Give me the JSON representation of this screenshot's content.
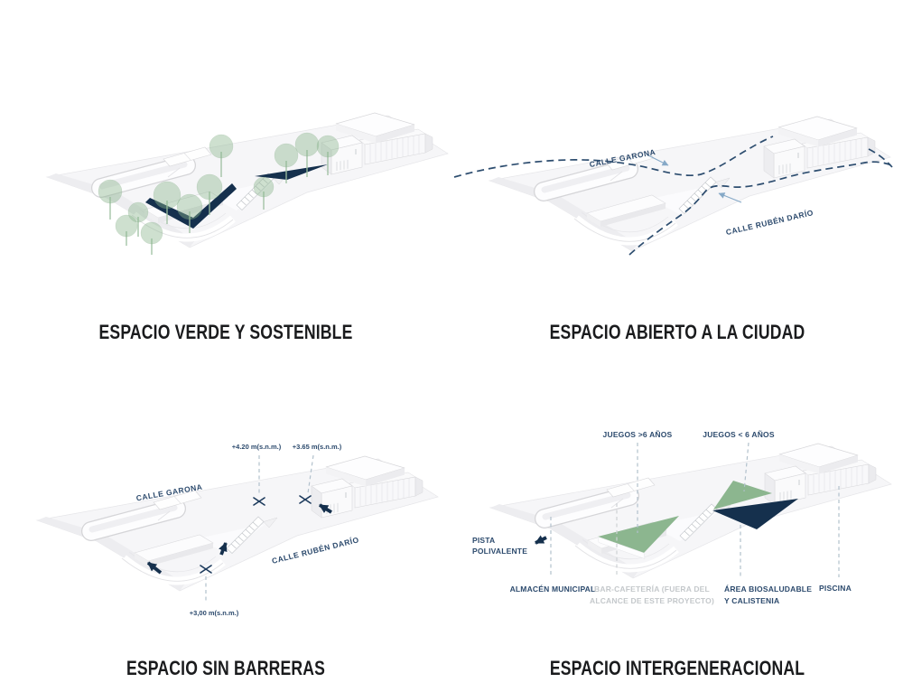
{
  "sheet": {
    "panels": [
      {
        "id": "verde",
        "title": "ESPACIO VERDE Y SOSTENIBLE"
      },
      {
        "id": "abierto",
        "title": "ESPACIO ABIERTO A LA CIUDAD",
        "labels": {
          "calle_garona": "CALLE GARONA",
          "calle_ruben_dario": "CALLE RUBÉN DARÍO"
        }
      },
      {
        "id": "barreras",
        "title": "ESPACIO SIN BARRERAS",
        "labels": {
          "calle_garona": "CALLE GARONA",
          "calle_ruben_dario": "CALLE RUBÉN DARÍO",
          "elevation_high": "+4.20 m(s.n.m.)",
          "elevation_mid": "+3.65 m(s.n.m.)",
          "elevation_low": "+3,00 m(s.n.m.)"
        }
      },
      {
        "id": "intergeneracional",
        "title": "ESPACIO INTERGENERACIONAL",
        "labels": {
          "juegos_mayores": "JUEGOS >6 AÑOS",
          "juegos_menores": "JUEGOS < 6 AÑOS",
          "pista_line1": "PISTA",
          "pista_line2": "POLIVALENTE",
          "almacen": "ALMACÉN MUNICIPAL",
          "bar_line1": "BAR-CAFETERÍA (FUERA DEL",
          "bar_line2": "ALCANCE DE ESTE PROYECTO)",
          "area_line1": "ÁREA BIOSALUDABLE",
          "area_line2": "Y CALISTENIA",
          "piscina": "PISCINA"
        }
      }
    ],
    "colors": {
      "background": "#ffffff",
      "accent_navy": "#15304d",
      "accent_green": "#8cb68f",
      "route_blue": "#2d4d6f",
      "label_navy": "#2c4a6d",
      "label_gray": "#c4c8cb",
      "leader_gray": "#b2c1cc",
      "tree_green": "#8cb68e",
      "title_text": "#1a1b1d"
    },
    "icons": {
      "navy_arrow": "access-direction-arrow-icon",
      "light_arrow": "label-pointer-arrow-icon",
      "x_mark": "spot-level-x-marker",
      "dashed_curve": "pedestrian-route-line"
    }
  }
}
